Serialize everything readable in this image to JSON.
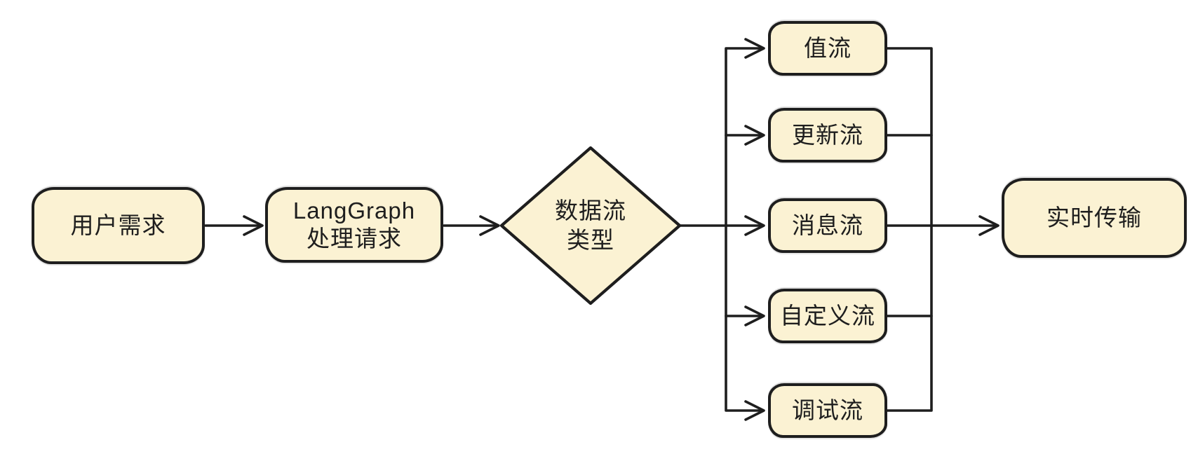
{
  "diagram": {
    "type": "flowchart",
    "style": "hand-drawn",
    "colors": {
      "background": "#ffffff",
      "node_fill": "#fbf2d3",
      "stroke": "#1e1e1e",
      "text": "#1e1e1e"
    },
    "nodes": {
      "start": {
        "label": "用户需求",
        "shape": "rounded-rectangle"
      },
      "process": {
        "line1": "LangGraph",
        "line2": "处理请求",
        "shape": "rounded-rectangle"
      },
      "decision": {
        "line1": "数据流",
        "line2": "类型",
        "shape": "diamond"
      },
      "values": {
        "label": "值流",
        "shape": "rounded-rectangle"
      },
      "updates": {
        "label": "更新流",
        "shape": "rounded-rectangle"
      },
      "messages": {
        "label": "消息流",
        "shape": "rounded-rectangle"
      },
      "custom": {
        "label": "自定义流",
        "shape": "rounded-rectangle"
      },
      "debug": {
        "label": "调试流",
        "shape": "rounded-rectangle"
      },
      "end": {
        "label": "实时传输",
        "shape": "rounded-rectangle"
      }
    },
    "edges": [
      {
        "from": "start",
        "to": "process",
        "arrow": true
      },
      {
        "from": "process",
        "to": "decision",
        "arrow": true
      },
      {
        "from": "decision",
        "to": "values",
        "arrow": true
      },
      {
        "from": "decision",
        "to": "updates",
        "arrow": true
      },
      {
        "from": "decision",
        "to": "messages",
        "arrow": true
      },
      {
        "from": "decision",
        "to": "custom",
        "arrow": true
      },
      {
        "from": "decision",
        "to": "debug",
        "arrow": true
      },
      {
        "from": "values",
        "to": "end",
        "arrow": false
      },
      {
        "from": "updates",
        "to": "end",
        "arrow": false
      },
      {
        "from": "messages",
        "to": "end",
        "arrow": true
      },
      {
        "from": "custom",
        "to": "end",
        "arrow": false
      },
      {
        "from": "debug",
        "to": "end",
        "arrow": false
      }
    ]
  }
}
